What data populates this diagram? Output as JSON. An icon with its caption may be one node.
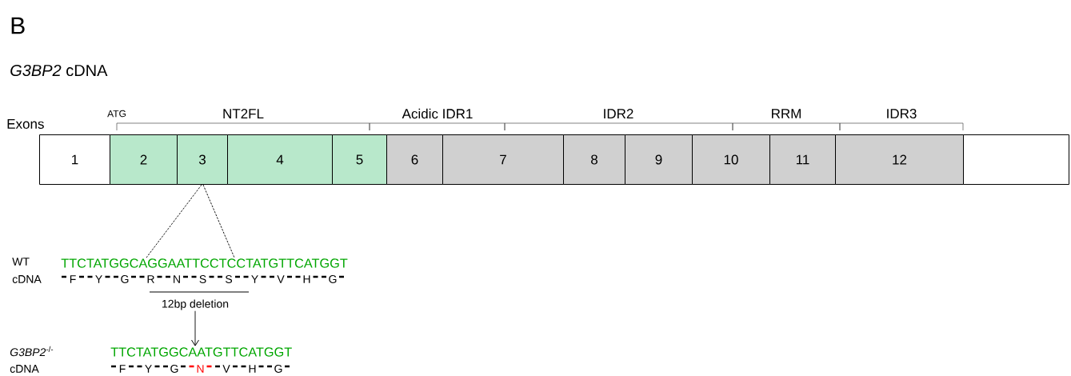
{
  "diagram": {
    "title": "*G3BP2* cDNA",
    "nodes": [
      {
        "text": [
          "1"
        ]
      },
      {
        "text": [
          "2"
        ]
      },
      {
        "text": [
          "3"
        ]
      },
      {
        "text": [
          "4"
        ]
      },
      {
        "text": [
          "5"
        ]
      },
      {
        "text": [
          "6"
        ]
      },
      {
        "text": [
          "7"
        ]
      },
      {
        "text": [
          "8"
        ]
      },
      {
        "text": [
          "9"
        ]
      },
      {
        "text": [
          "10"
        ]
      },
      {
        "text": [
          "11"
        ]
      },
      {
        "text": [
          "12"
        ]
      },
      {
        "text": [],
        "shape": "box"
      },
      {
        "text": [
          "TTCTATGGCAGGAATTCCTCCTATGTTCATGGT"
        ]
      },
      {
        "text": [
          "12bp deletion"
        ]
      },
      {
        "text": [
          "TTCTATGGCAATGTTCATGGT"
        ]
      }
    ],
    "edges": [
      {
        "from": 2,
        "to": 13,
        "arrow": "none",
        "style": "dashed"
      },
      {
        "from": 2,
        "to": 13,
        "arrow": "none",
        "style": "dashed"
      },
      {
        "from": 14,
        "to": 15,
        "arrow": "to"
      }
    ],
    "labels": [
      "B",
      "Exons",
      "ATG",
      "NT2FL",
      "Acidic IDR1",
      "IDR2",
      "RRM",
      "IDR3",
      "WT",
      "cDNA",
      "F",
      "Y",
      "G",
      "R",
      "N",
      "S",
      "S",
      "Y",
      "V",
      "H",
      "G",
      "*G3BP2*$^{-/-}$",
      "cDNA",
      "F",
      "Y",
      "G",
      "N",
      "V",
      "H",
      "G"
    ]
  }
}
